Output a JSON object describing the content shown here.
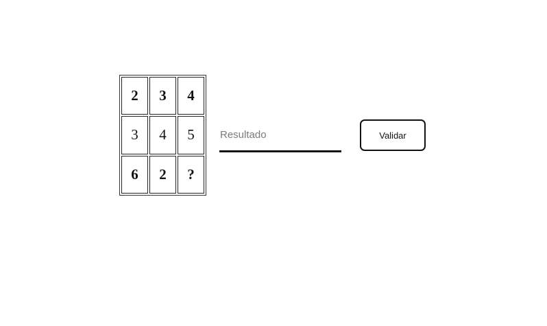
{
  "puzzle": {
    "rows": [
      [
        {
          "value": "2",
          "bold": true
        },
        {
          "value": "3",
          "bold": true
        },
        {
          "value": "4",
          "bold": true
        }
      ],
      [
        {
          "value": "3",
          "bold": false
        },
        {
          "value": "4",
          "bold": false
        },
        {
          "value": "5",
          "bold": false
        }
      ],
      [
        {
          "value": "6",
          "bold": true
        },
        {
          "value": "2",
          "bold": true
        },
        {
          "value": "?",
          "bold": true
        }
      ]
    ]
  },
  "result": {
    "placeholder": "Resultado",
    "value": ""
  },
  "validate": {
    "label": "Validar"
  }
}
